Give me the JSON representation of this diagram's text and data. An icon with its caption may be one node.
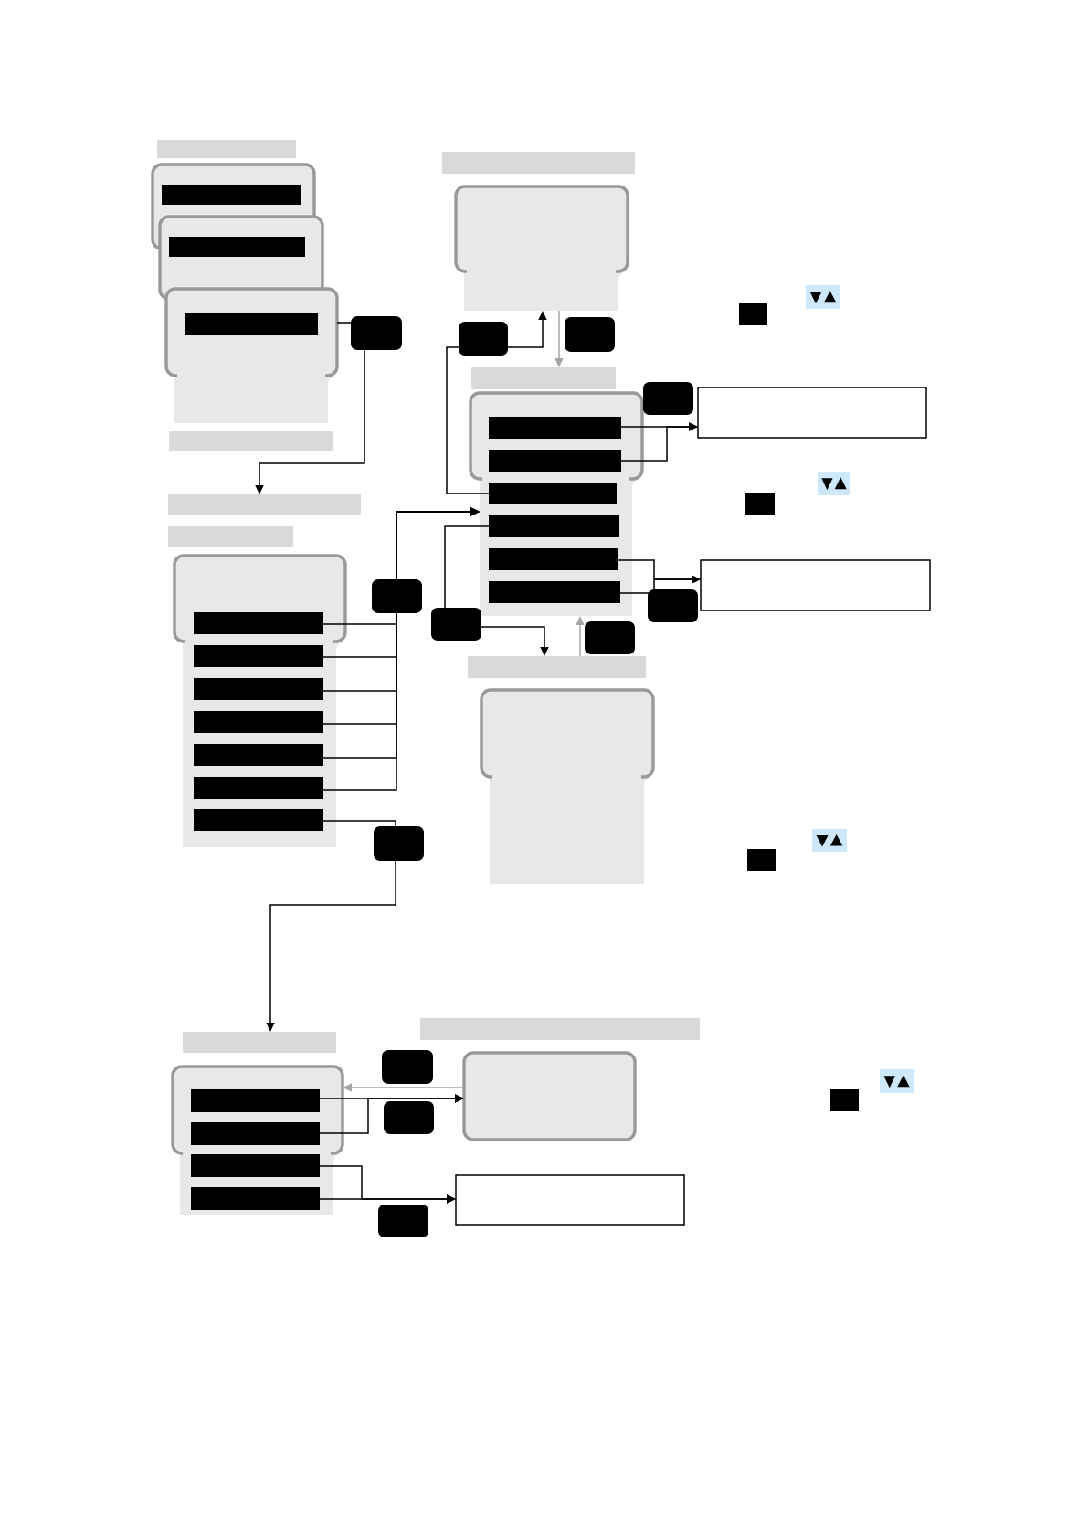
{
  "diagram": {
    "nodes": [
      {
        "text": [],
        "shape": "bar"
      },
      {
        "text": [],
        "shape": "panel"
      },
      {
        "text": [],
        "shape": "bar",
        "in": 1
      },
      {
        "text": [],
        "shape": "panel"
      },
      {
        "text": [],
        "shape": "bar",
        "in": 3
      },
      {
        "text": [],
        "shape": "panel"
      },
      {
        "text": [],
        "shape": "bar",
        "in": 5
      },
      {
        "text": [],
        "shape": "bar"
      },
      {
        "text": [],
        "shape": "bar"
      },
      {
        "text": [],
        "shape": "panel"
      },
      {
        "text": [],
        "shape": "bar"
      },
      {
        "text": [],
        "shape": "panel"
      },
      {
        "text": [],
        "shape": "bar",
        "in": 11
      },
      {
        "text": [],
        "shape": "bar",
        "in": 11
      },
      {
        "text": [],
        "shape": "bar",
        "in": 11
      },
      {
        "text": [],
        "shape": "bar",
        "in": 11
      },
      {
        "text": [],
        "shape": "bar",
        "in": 11
      },
      {
        "text": [],
        "shape": "bar",
        "in": 11
      },
      {
        "text": [],
        "shape": "box"
      },
      {
        "text": [],
        "shape": "box"
      },
      {
        "text": [],
        "shape": "bar"
      },
      {
        "text": [],
        "shape": "bar"
      },
      {
        "text": [],
        "shape": "panel"
      },
      {
        "text": [],
        "shape": "bar",
        "in": 22
      },
      {
        "text": [],
        "shape": "bar",
        "in": 22
      },
      {
        "text": [],
        "shape": "bar",
        "in": 22
      },
      {
        "text": [],
        "shape": "bar",
        "in": 22
      },
      {
        "text": [],
        "shape": "bar",
        "in": 22
      },
      {
        "text": [],
        "shape": "bar",
        "in": 22
      },
      {
        "text": [],
        "shape": "bar",
        "in": 22
      },
      {
        "text": [],
        "shape": "bar"
      },
      {
        "text": [],
        "shape": "panel"
      },
      {
        "text": [],
        "shape": "bar"
      },
      {
        "text": [],
        "shape": "panel"
      },
      {
        "text": [],
        "shape": "bar",
        "in": 33
      },
      {
        "text": [],
        "shape": "bar",
        "in": 33
      },
      {
        "text": [],
        "shape": "bar",
        "in": 33
      },
      {
        "text": [],
        "shape": "bar",
        "in": 33
      },
      {
        "text": [],
        "shape": "bar"
      },
      {
        "text": [],
        "shape": "panel"
      },
      {
        "text": [],
        "shape": "box"
      }
    ],
    "edges": [
      {
        "from": 5,
        "to": 20,
        "arrow": "to"
      },
      {
        "from": 23,
        "to": 11,
        "arrow": "to"
      },
      {
        "from": 24,
        "to": 11,
        "arrow": "to"
      },
      {
        "from": 25,
        "to": 11,
        "arrow": "to"
      },
      {
        "from": 26,
        "to": 11,
        "arrow": "to"
      },
      {
        "from": 27,
        "to": 11,
        "arrow": "to"
      },
      {
        "from": 28,
        "to": 11,
        "arrow": "to"
      },
      {
        "from": 29,
        "to": 32,
        "arrow": "to"
      },
      {
        "from": 14,
        "to": 9,
        "arrow": "to"
      },
      {
        "from": 9,
        "to": 10,
        "arrow": "to",
        "color": "#a6a6a6"
      },
      {
        "from": 15,
        "to": 30,
        "arrow": "to"
      },
      {
        "from": 30,
        "to": 11,
        "arrow": "to",
        "color": "#a6a6a6"
      },
      {
        "from": 12,
        "to": 18,
        "arrow": "to"
      },
      {
        "from": 13,
        "to": 18,
        "arrow": "to"
      },
      {
        "from": 16,
        "to": 19,
        "arrow": "to"
      },
      {
        "from": 17,
        "to": 19,
        "arrow": "to"
      },
      {
        "from": 34,
        "to": 39,
        "arrow": "to"
      },
      {
        "from": 35,
        "to": 39,
        "arrow": "to"
      },
      {
        "from": 39,
        "to": 33,
        "arrow": "to",
        "color": "#a6a6a6"
      },
      {
        "from": 36,
        "to": 40,
        "arrow": "to"
      },
      {
        "from": 37,
        "to": 40,
        "arrow": "to"
      }
    ]
  }
}
